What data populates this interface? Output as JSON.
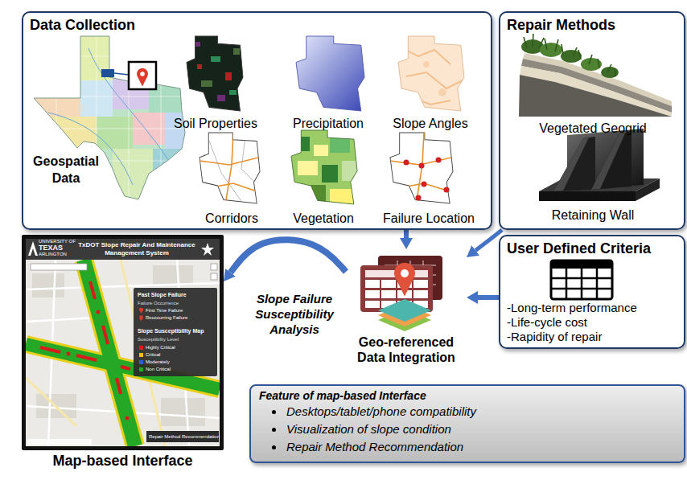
{
  "diagram": {
    "nodes": [
      {
        "text": [
          "Data Collection"
        ]
      },
      {
        "text": [
          "Geospatial Data"
        ],
        "in": 0
      },
      {
        "text": [
          "Soil Properties"
        ],
        "in": 0
      },
      {
        "text": [
          "Precipitation"
        ],
        "in": 0
      },
      {
        "text": [
          "Slope Angles"
        ],
        "in": 0
      },
      {
        "text": [
          "Corridors"
        ],
        "in": 0
      },
      {
        "text": [
          "Vegetation"
        ],
        "in": 0
      },
      {
        "text": [
          "Failure Location"
        ],
        "in": 0
      },
      {
        "text": [
          "Repair Methods"
        ]
      },
      {
        "text": [
          "Vegetated Geogrid"
        ],
        "in": 8
      },
      {
        "text": [
          "Retaining Wall"
        ],
        "in": 8
      },
      {
        "text": [
          "Map-based Interface"
        ]
      },
      {
        "text": [
          "Geo-referenced Data Integration"
        ]
      },
      {
        "text": [
          "User Defined Criteria",
          "-Long-term performance",
          "-Life-cycle cost",
          "-Rapidity of repair"
        ]
      },
      {
        "text": [
          "Feature of map-based Interface",
          "Desktops/tablet/phone compatibility",
          "Visualization of slope condition",
          "Repair Method Recommendation"
        ]
      }
    ],
    "edges": [
      {
        "from": 0,
        "to": 12,
        "arrow": "to"
      },
      {
        "from": 8,
        "to": 12,
        "arrow": "to"
      },
      {
        "from": 13,
        "to": 12,
        "arrow": "to"
      },
      {
        "from": 12,
        "to": 11,
        "label": "Slope Failure Susceptibility Analysis",
        "arrow": "to"
      }
    ],
    "labels": [
      "UNIVERSITY OF",
      "TEXAS",
      "ARLINGTON",
      "TxDOT Slope Repair And Maintenance Management System",
      "Past Slope Failure",
      "Failure Occurrence",
      "Slope Susceptibility Map",
      "Susceptibility Level",
      "Repair Method Recommendation"
    ],
    "legend": [
      {
        "text": "First Time Failure"
      },
      {
        "text": "Reoccurring Failure"
      },
      {
        "text": "Highly Critical",
        "color": "#e31a1c"
      },
      {
        "text": "Critical",
        "color": "#f2c200"
      },
      {
        "text": "Moderately",
        "color": "#2f5fd0"
      },
      {
        "text": "Non Critical",
        "color": "#22a722"
      }
    ]
  }
}
